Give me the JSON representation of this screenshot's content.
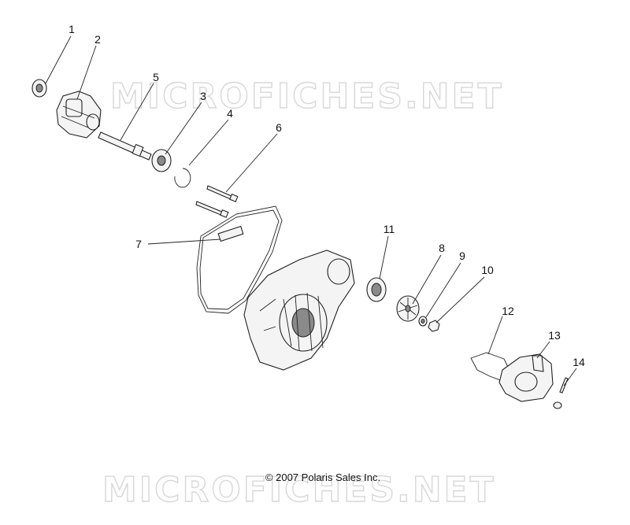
{
  "watermark": {
    "top": "MICROFICHES.NET",
    "bottom": "MICROFICHES.NET"
  },
  "copyright": "© 2007 Polaris Sales Inc.",
  "callouts": [
    "1",
    "2",
    "3",
    "4",
    "5",
    "6",
    "7",
    "8",
    "9",
    "10",
    "11",
    "12",
    "13",
    "14"
  ]
}
